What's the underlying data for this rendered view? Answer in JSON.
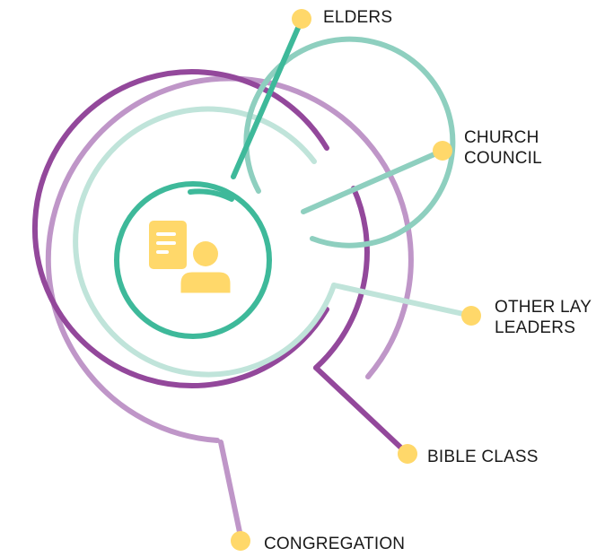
{
  "diagram": {
    "center_icon": "document-person-icon",
    "colors": {
      "elders": "#3eb99a",
      "church_council": "#8ecfbf",
      "other_lay_leaders": "#c0e4da",
      "bible_class": "#93489b",
      "congregation": "#bf96c8",
      "dot": "#ffd86a",
      "icon": "#ffd86a"
    },
    "labels": {
      "elders": [
        "ELDERS"
      ],
      "church_council": [
        "CHURCH",
        "COUNCIL"
      ],
      "other_lay_leaders": [
        "OTHER LAY",
        "LEADERS"
      ],
      "bible_class": [
        "BIBLE CLASS"
      ],
      "congregation": [
        "CONGREGATION"
      ]
    }
  }
}
